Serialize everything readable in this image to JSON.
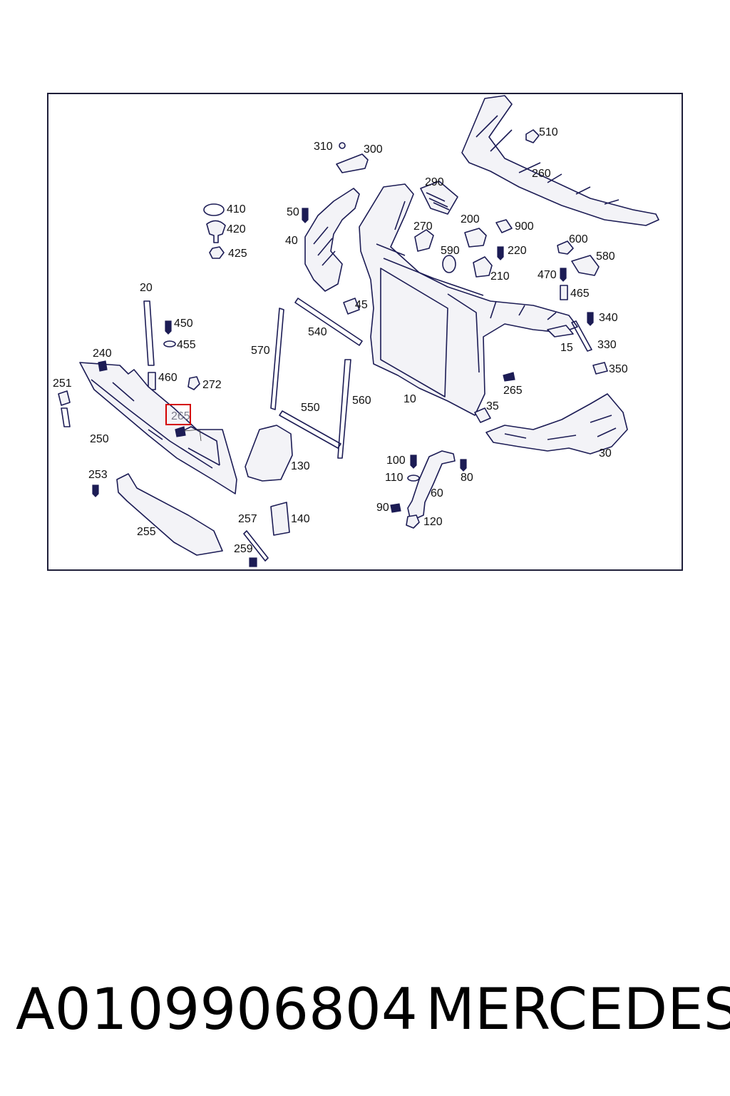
{
  "diagram": {
    "highlighted_label": "265",
    "callouts": {
      "c510": "510",
      "c260": "260",
      "c310": "310",
      "c300": "300",
      "c290": "290",
      "c410": "410",
      "c420": "420",
      "c425": "425",
      "c50": "50",
      "c40": "40",
      "c270": "270",
      "c200": "200",
      "c900": "900",
      "c590": "590",
      "c220": "220",
      "c210": "210",
      "c600": "600",
      "c580": "580",
      "c470": "470",
      "c465": "465",
      "c20": "20",
      "c45": "45",
      "c450": "450",
      "c455": "455",
      "c540": "540",
      "c340": "340",
      "c15": "15",
      "c330": "330",
      "c240": "240",
      "c570": "570",
      "c460": "460",
      "c272": "272",
      "c251": "251",
      "c350": "350",
      "c265a": "265",
      "c265b": "265",
      "c550": "550",
      "c560": "560",
      "c10": "10",
      "c35": "35",
      "c250": "250",
      "c130": "130",
      "c100": "100",
      "c110": "110",
      "c80": "80",
      "c30": "30",
      "c253": "253",
      "c60": "60",
      "c90": "90",
      "c257": "257",
      "c140": "140",
      "c120": "120",
      "c255": "255",
      "c259": "259"
    }
  },
  "footer": {
    "part_number": "A0109906804",
    "brand": "MERCEDES"
  },
  "colors": {
    "line": "#1c1c55",
    "highlight": "#d40000",
    "frame": "#1f1f3a"
  }
}
